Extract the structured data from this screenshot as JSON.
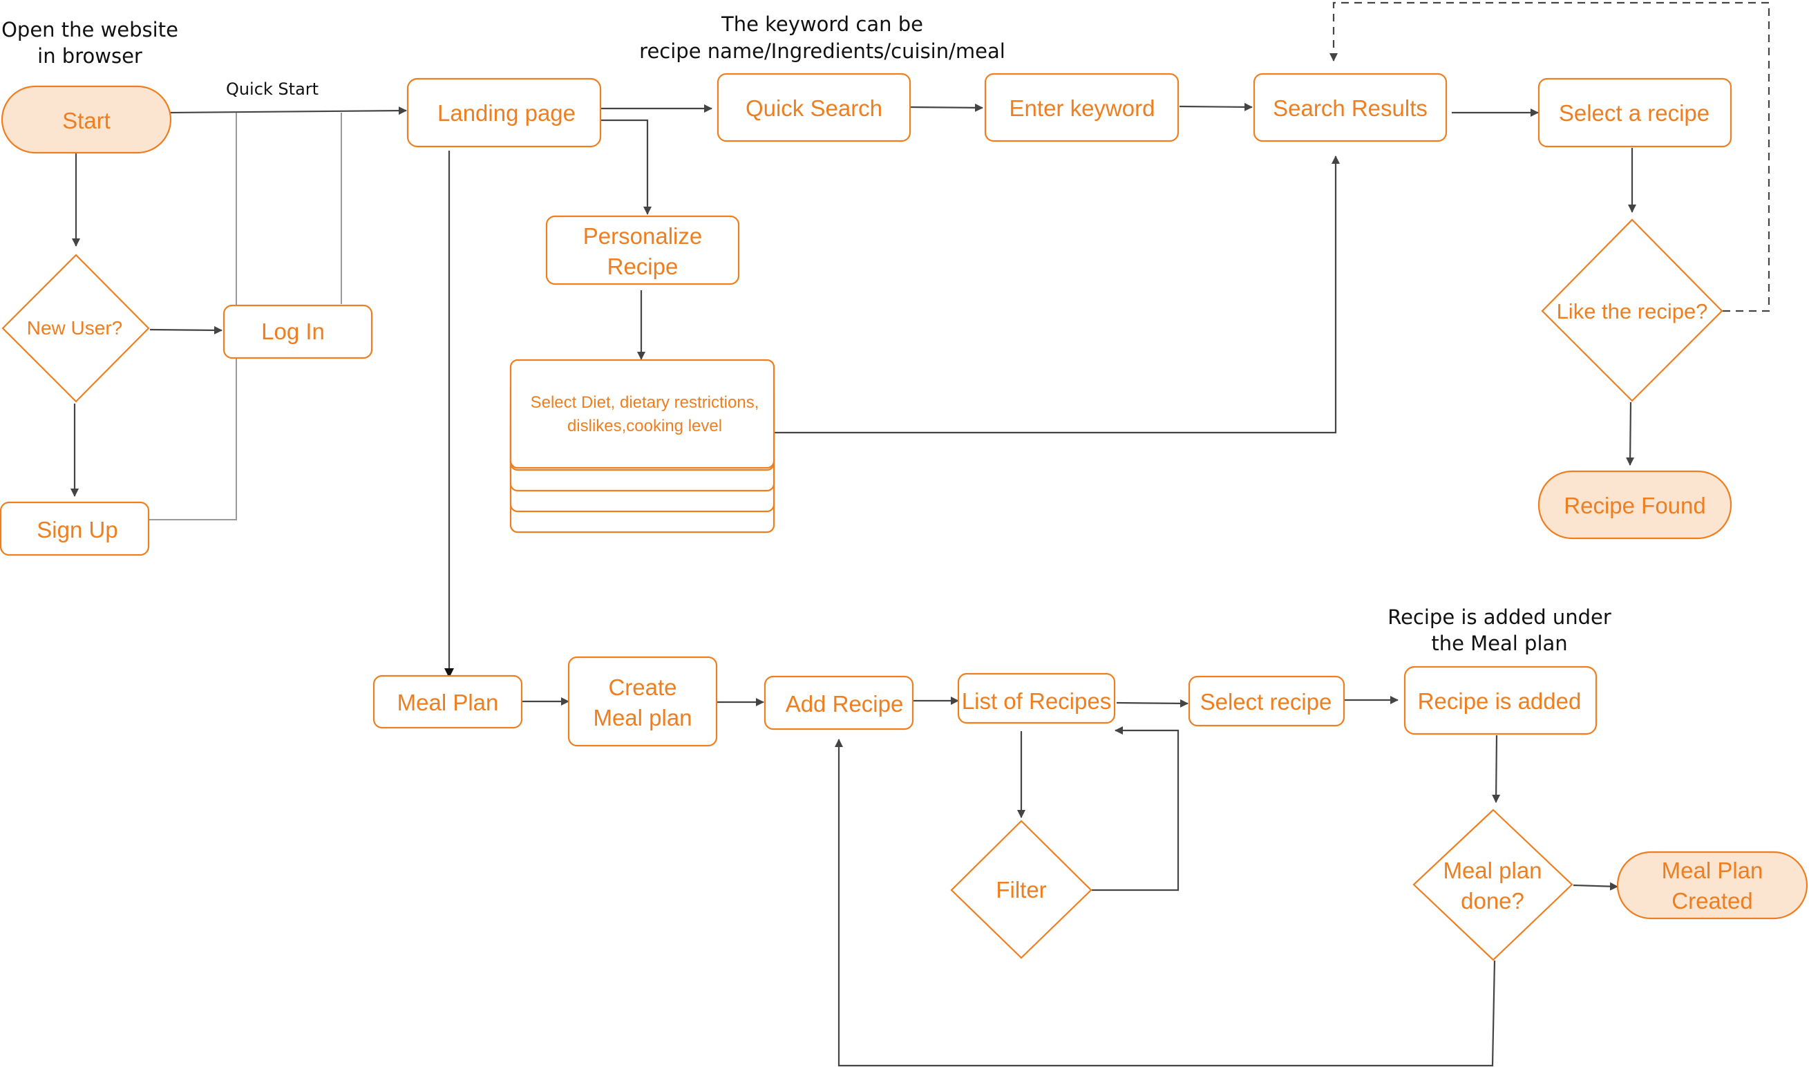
{
  "notes": {
    "open_site_line1": "Open the website",
    "open_site_line2": "in browser",
    "keyword_line1": "The keyword can be",
    "keyword_line2": "recipe name/Ingredients/cuisin/meal",
    "added_line1": "Recipe is added under",
    "added_line2": "the Meal plan"
  },
  "edge_labels": {
    "quick_start": "Quick Start"
  },
  "nodes": {
    "start": "Start",
    "new_user": "New User?",
    "log_in": "Log In",
    "sign_up": "Sign Up",
    "landing_page": "Landing page",
    "quick_search": "Quick Search",
    "enter_keyword": "Enter keyword",
    "search_results": "Search Results",
    "select_a_recipe": "Select a recipe",
    "like_recipe": "Like the recipe?",
    "recipe_found": "Recipe Found",
    "personalize_line1": "Personalize",
    "personalize_line2": "Recipe",
    "select_diet_line1": "Select Diet, dietary restrictions,",
    "select_diet_line2": "dislikes,cooking level",
    "meal_plan": "Meal Plan",
    "create_meal_line1": "Create",
    "create_meal_line2": "Meal plan",
    "add_recipe": "Add Recipe",
    "list_of_recipes": "List of Recipes",
    "filter": "Filter",
    "select_recipe": "Select recipe",
    "recipe_is_added": "Recipe is added",
    "meal_plan_done_line1": "Meal plan",
    "meal_plan_done_line2": "done?",
    "meal_plan_created_line1": "Meal Plan",
    "meal_plan_created_line2": "Created"
  },
  "colors": {
    "node_stroke": "#EE7E1F",
    "node_text": "#EE7E1F",
    "terminal_fill": "#FBE4D0",
    "arrow": "#444444"
  }
}
